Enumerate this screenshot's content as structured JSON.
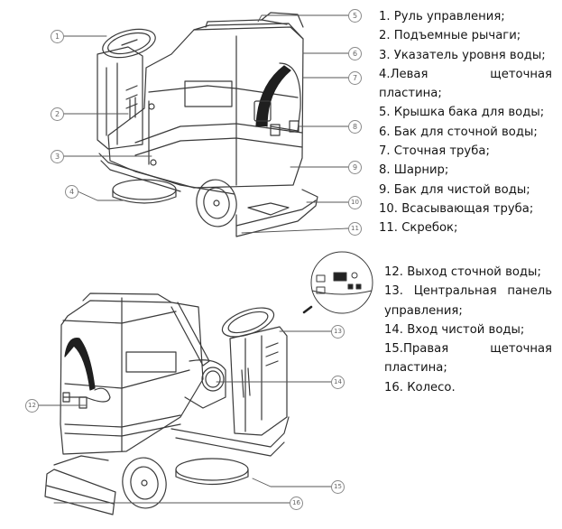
{
  "figure": {
    "title": "",
    "top_view_callouts": [
      "1",
      "2",
      "3",
      "4",
      "5",
      "6",
      "7",
      "8",
      "9",
      "10",
      "11"
    ],
    "bottom_view_callouts": [
      "12",
      "13",
      "14",
      "15",
      "16"
    ]
  },
  "legend_top": {
    "items": [
      {
        "num": "1.",
        "text": "Руль управления;"
      },
      {
        "num": "2.",
        "text": "Подъемные рычаги;"
      },
      {
        "num": "3.",
        "text": "Указатель уровня воды;"
      },
      {
        "num": "4.",
        "text_a": "Левая",
        "text_b": "щеточная",
        "text_c": "пластина;"
      },
      {
        "num": "5.",
        "text": "Крышка бака для воды;"
      },
      {
        "num": "6.",
        "text": "Бак для сточной воды;"
      },
      {
        "num": "7.",
        "text": "Сточная труба;"
      },
      {
        "num": "8.",
        "text": "Шарнир;"
      },
      {
        "num": "9.",
        "text": "Бак для чистой воды;"
      },
      {
        "num": "10.",
        "text": "Всасывающая труба;"
      },
      {
        "num": "11.",
        "text": "Скребок;"
      }
    ]
  },
  "legend_bottom": {
    "items": [
      {
        "num": "12.",
        "text": "Выход сточной воды;"
      },
      {
        "num": "13.",
        "text_a": "Центральная",
        "text_b": "панель",
        "text_c": "управления;"
      },
      {
        "num": "14.",
        "text": "Вход чистой воды;"
      },
      {
        "num": "15.",
        "text_a": "Правая",
        "text_b": "щеточная",
        "text_c": "пластина;"
      },
      {
        "num": "16.",
        "text": "Колесо."
      }
    ]
  },
  "callouts": {
    "c1": "1",
    "c2": "2",
    "c3": "3",
    "c4": "4",
    "c5": "5",
    "c6": "6",
    "c7": "7",
    "c8": "8",
    "c9": "9",
    "c10": "10",
    "c11": "11",
    "c12": "12",
    "c13": "13",
    "c14": "14",
    "c15": "15",
    "c16": "16"
  },
  "colors": {
    "line": "#3a3a3a",
    "leader": "#555555",
    "text": "#151515"
  }
}
